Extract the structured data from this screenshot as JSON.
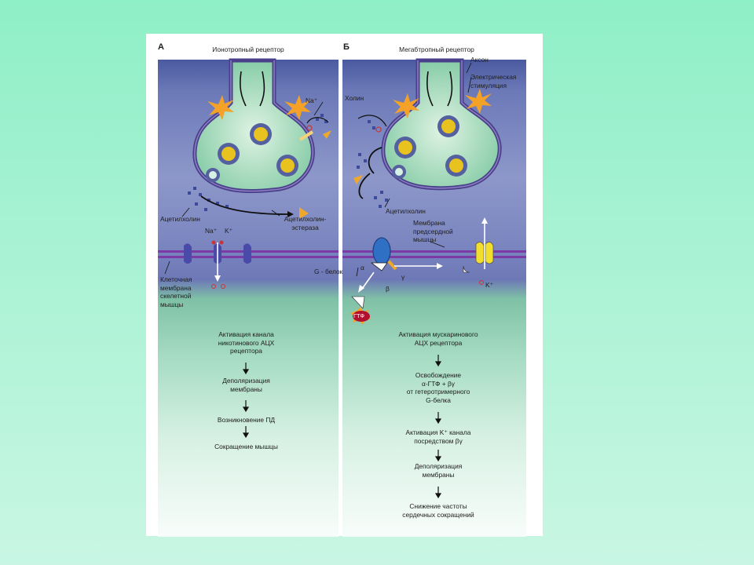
{
  "panel_a": {
    "letter": "А",
    "title": "Ионотропный рецептор",
    "labels": {
      "na_top": "Na⁺",
      "acetylcholine": "Ацетилхолин",
      "esterase": "Ацетилхолин-\nэстераза",
      "na_channel": "Na⁺",
      "k_channel": "K⁺",
      "membrane": "Клеточная\nмембрана\nскелетной\nмышцы"
    },
    "steps": [
      "Активация канала\nникотинового АЦХ\nрецептора",
      "Деполяризация\nмембраны",
      "Возникновение ПД",
      "Сокращение мышцы"
    ]
  },
  "panel_b": {
    "letter": "Б",
    "title": "Мегабтропный рецептор",
    "labels": {
      "axon": "Аксон",
      "stimulation": "Электрическая\nстимуляция",
      "choline": "Холин",
      "acetylcholine": "Ацетилхолин",
      "atrial_membrane": "Мембрана\nпредсердной\nмышцы",
      "g_protein": "G - белок",
      "alpha": "α",
      "beta": "β",
      "gamma": "γ",
      "k_ion": "K⁺",
      "gtp": "ГТФ"
    },
    "steps": [
      "Активация мускаринового\nАЦХ рецептора",
      "Освобождение\nα-ГТФ + βγ\nот гетеротримерного\nG-белка",
      "Активация K⁺ канала\nпосредством βγ",
      "Деполяризация\nмембраны",
      "Снижение частоты\nсердечных сокращений"
    ]
  },
  "arrow_glyph": "↓"
}
